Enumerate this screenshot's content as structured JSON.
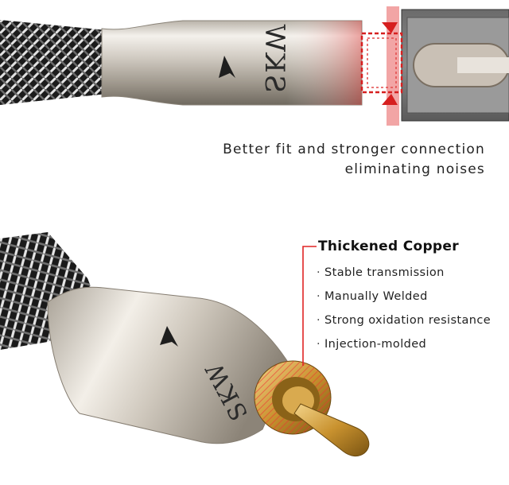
{
  "top_caption": {
    "line1": "Better fit and stronger connection",
    "line2": "eliminating noises"
  },
  "brand": {
    "top_logo": "SKW",
    "bottom_logo": "SKW"
  },
  "features": {
    "title": "Thickened Copper",
    "items": [
      "Stable transmission",
      "Manually Welded",
      "Strong oxidation resistance",
      "Injection-molded"
    ]
  },
  "colors": {
    "highlight": "#e02424",
    "metal": "#d9d4cc",
    "braid_dark": "#1c1c1c",
    "braid_light": "#d8d8d8",
    "gold": "#c99a3a"
  }
}
